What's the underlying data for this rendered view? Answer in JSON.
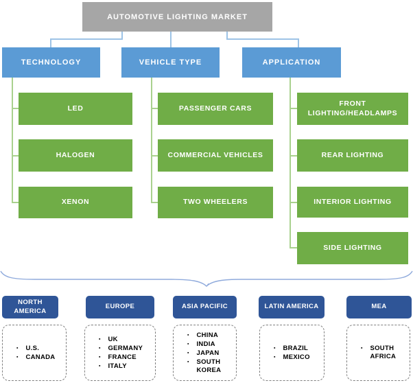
{
  "title": "AUTOMOTIVE LIGHTING MARKET",
  "colors": {
    "title_bg": "#a6a6a6",
    "segment_bg": "#5b9bd5",
    "item_bg": "#70ad47",
    "region_bg": "#2f5597",
    "connector_blue": "#9dc3e6",
    "connector_green": "#a9d18e",
    "brace": "#8faadc",
    "text_on_fill": "#ffffff",
    "country_text": "#000000"
  },
  "segments": [
    {
      "label": "TECHNOLOGY",
      "items": [
        "LED",
        "HALOGEN",
        "XENON"
      ]
    },
    {
      "label": "VEHICLE TYPE",
      "items": [
        "PASSENGER CARS",
        "COMMERCIAL VEHICLES",
        "TWO WHEELERS"
      ]
    },
    {
      "label": "APPLICATION",
      "items": [
        "FRONT LIGHTING/HEADLAMPS",
        "REAR LIGHTING",
        "INTERIOR LIGHTING",
        "SIDE LIGHTING"
      ]
    }
  ],
  "regions": [
    {
      "label": "NORTH AMERICA",
      "countries": [
        "U.S.",
        "CANADA"
      ]
    },
    {
      "label": "EUROPE",
      "countries": [
        "UK",
        "GERMANY",
        "FRANCE",
        "ITALY"
      ]
    },
    {
      "label": "ASIA PACIFIC",
      "countries": [
        "CHINA",
        "INDIA",
        "JAPAN",
        "SOUTH KOREA"
      ]
    },
    {
      "label": "LATIN AMERICA",
      "countries": [
        "BRAZIL",
        "MEXICO"
      ]
    },
    {
      "label": "MEA",
      "countries": [
        "SOUTH AFRICA"
      ]
    }
  ]
}
